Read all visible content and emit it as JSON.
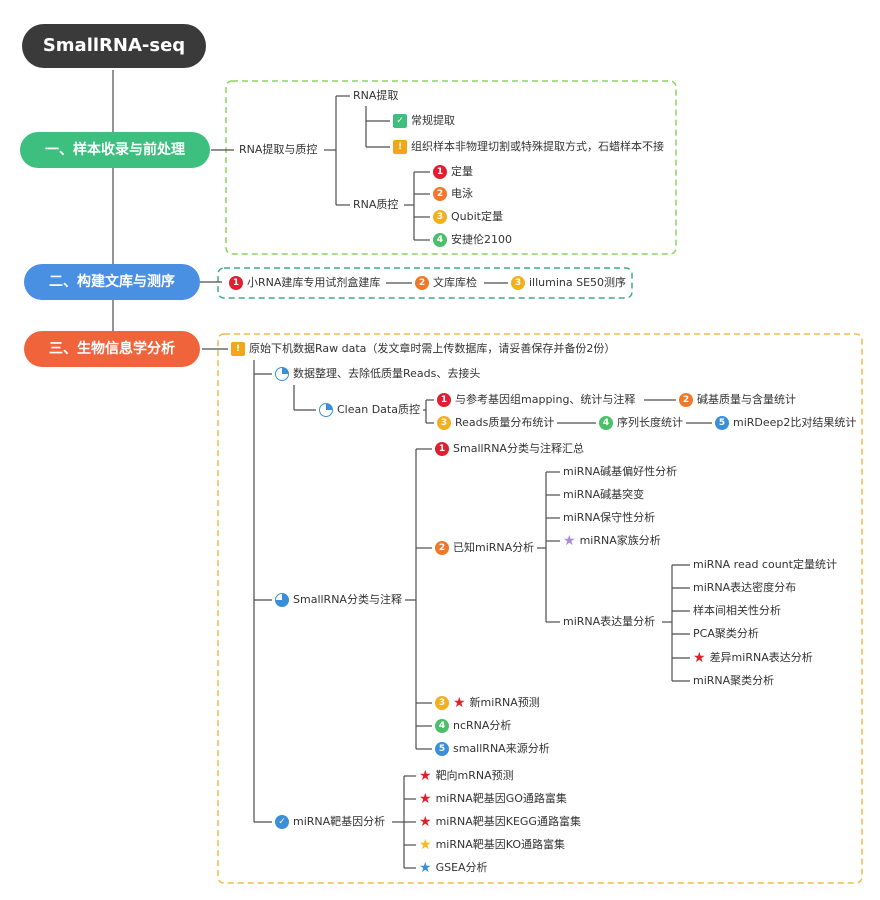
{
  "root": {
    "title": "SmallRNA-seq"
  },
  "sections": [
    {
      "label": "一、样本收录与前处理",
      "color": "#3dbf7f"
    },
    {
      "label": "二、构建文库与测序",
      "color": "#4a90e2"
    },
    {
      "label": "三、生物信息学分析",
      "color": "#f0643c"
    }
  ],
  "s1": {
    "extract_qc": "RNA提取与质控",
    "extract": "RNA提取",
    "routine": "常规提取",
    "note": "组织样本非物理切割或特殊提取方式，石蜡样本不接",
    "qc": "RNA质控",
    "qc_items": [
      {
        "num": "1",
        "label": "定量"
      },
      {
        "num": "2",
        "label": "电泳"
      },
      {
        "num": "3",
        "label": "Qubit定量"
      },
      {
        "num": "4",
        "label": "安捷伦2100"
      }
    ]
  },
  "s2": {
    "steps": [
      {
        "num": "1",
        "label": "小RNA建库专用试剂盒建库"
      },
      {
        "num": "2",
        "label": "文库库检"
      },
      {
        "num": "3",
        "label": "illumina SE50测序"
      }
    ]
  },
  "s3": {
    "raw": "原始下机数据Raw data（发文章时需上传数据库，请妥善保存并备份2份）",
    "cleanup": "数据整理、去除低质量Reads、去接头",
    "cleanqc": "Clean Data质控",
    "qc_items": [
      {
        "num": "1",
        "label": "与参考基因组mapping、统计与注释"
      },
      {
        "num": "2",
        "label": "碱基质量与含量统计"
      },
      {
        "num": "3",
        "label": "Reads质量分布统计"
      },
      {
        "num": "4",
        "label": "序列长度统计"
      },
      {
        "num": "5",
        "label": "miRDeep2比对结果统计"
      }
    ],
    "classify": "SmallRNA分类与注释",
    "summary": "SmallRNA分类与注释汇总",
    "known": "已知miRNA分析",
    "known_items": [
      "miRNA碱基偏好性分析",
      "miRNA碱基突变",
      "miRNA保守性分析",
      "miRNA家族分析",
      "miRNA表达量分析"
    ],
    "expr_items": [
      "miRNA read count定量统计",
      "miRNA表达密度分布",
      "样本间相关性分析",
      "PCA聚类分析",
      "差异miRNA表达分析",
      "miRNA聚类分析"
    ],
    "novel": "新miRNA预测",
    "ncrna": "ncRNA分析",
    "source": "smallRNA来源分析",
    "target": "miRNA靶基因分析",
    "target_items": [
      "靶向mRNA预测",
      "miRNA靶基因GO通路富集",
      "miRNA靶基因KEGG通路富集",
      "miRNA靶基因KO通路富集",
      "GSEA分析"
    ],
    "nums": {
      "summary": "1",
      "known": "2",
      "novel": "3",
      "ncrna": "4",
      "source": "5"
    }
  },
  "colors": {
    "n1": "#e02030",
    "n2": "#f0782a",
    "n3": "#f2b01e",
    "n4": "#4cbf6a",
    "n5": "#3b8fd8",
    "star_red": "#e0202a",
    "star_purple": "#a98bd6",
    "star_yellow": "#f6b81c",
    "star_blue": "#3b8fd8",
    "check": "#3dbf7f",
    "warn": "#f2a71b",
    "pie": "#3b8fd8"
  }
}
